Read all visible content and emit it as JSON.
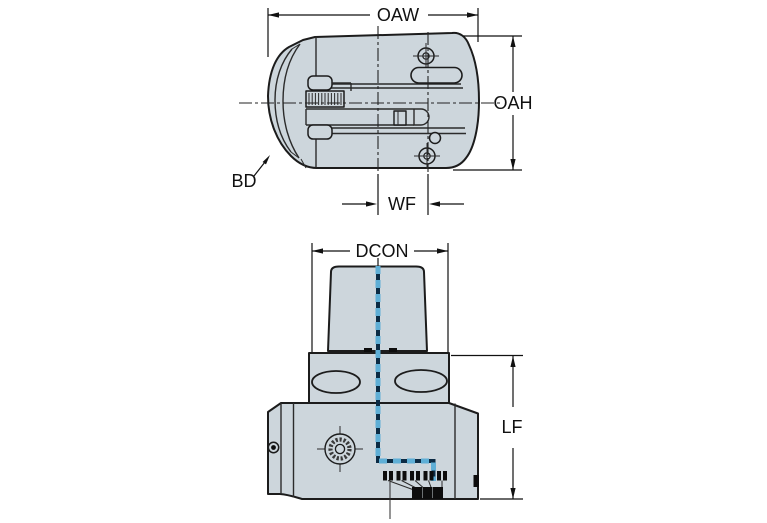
{
  "figure": {
    "type": "technical-dimension-drawing",
    "views": {
      "top_view": {
        "labels": {
          "oaw": "OAW",
          "oah": "OAH",
          "bd": "BD",
          "wf": "WF"
        }
      },
      "front_view": {
        "labels": {
          "dcon": "DCON",
          "lf": "LF"
        }
      }
    }
  },
  "colors": {
    "background": "#FFFFFF",
    "body_fill": "#CDD6DC",
    "outline": "#1C1C1C",
    "line": "#2B2B2B",
    "dimension": "#111111",
    "text": "#111111",
    "coolant_light": "#5FAFD6",
    "coolant_dark": "#0B2B44",
    "detail_black": "#0D0D0D"
  }
}
